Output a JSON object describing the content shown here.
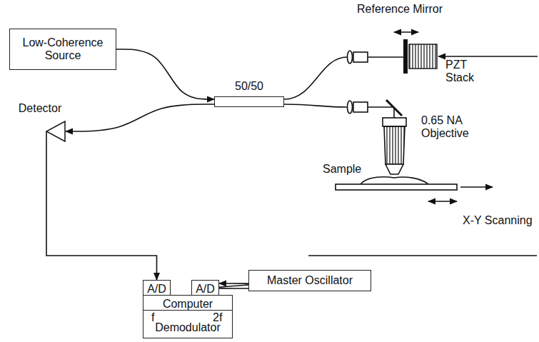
{
  "diagram": {
    "nodes": [
      {
        "text": [
          "Low-Coherence Source"
        ]
      },
      {
        "text": [
          "50/50"
        ]
      },
      {
        "text": [
          "Detector"
        ]
      },
      {
        "text": [
          "A/D"
        ]
      },
      {
        "text": [
          "A/D"
        ]
      },
      {
        "text": [
          "Master Oscillator"
        ]
      },
      {
        "text": [
          "Computer"
        ]
      },
      {
        "text": [
          "Demodulator"
        ]
      }
    ],
    "edges": [
      {
        "from": 0,
        "to": 1,
        "arrow": "to"
      },
      {
        "from": 1,
        "to": 2,
        "arrow": "to"
      },
      {
        "from": 2,
        "to": 3,
        "arrow": "to"
      },
      {
        "from": 5,
        "to": 4,
        "arrow": "to"
      }
    ],
    "labels": [
      "Reference Mirror",
      "PZT Stack",
      "0.65 NA Objective",
      "Sample",
      "X-Y Scanning",
      "f",
      "2f"
    ]
  }
}
